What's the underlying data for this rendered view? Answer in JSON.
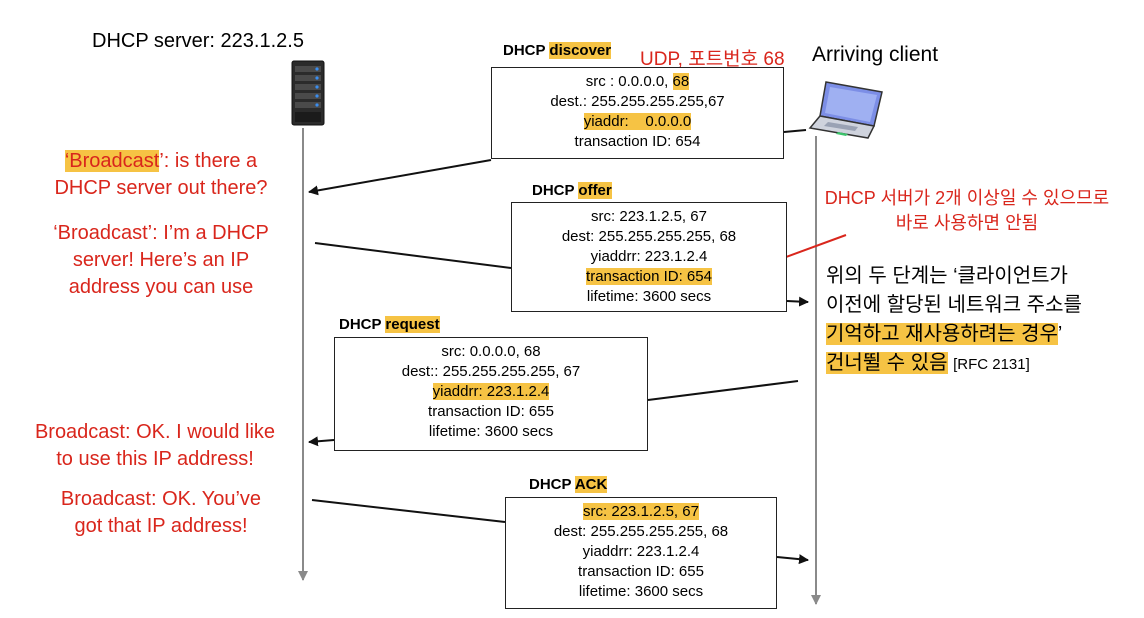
{
  "server": {
    "label_prefix": "DHCP server: ",
    "address": "223.1.2.5"
  },
  "client": {
    "label": "Arriving client"
  },
  "discover": {
    "title_prefix": "DHCP ",
    "title_kw": "discover",
    "udp_note": "UDP, 포트번호 68",
    "line1_prefix": "src : 0.0.0.0, ",
    "line1_port": "68",
    "line2": "dest.: 255.255.255.255,67",
    "line3": "yiaddr:    0.0.0.0",
    "line4": "transaction ID: 654"
  },
  "offer": {
    "title_prefix": "DHCP ",
    "title_kw": "offer",
    "line1": "src: 223.1.2.5, 67",
    "line2": "dest:  255.255.255.255, 68",
    "line3": "yiaddrr: 223.1.2.4",
    "line4": "transaction ID: 654",
    "line5": "lifetime: 3600 secs",
    "warning_line1": "DHCP 서버가 2개 이상일 수 있으므로",
    "warning_line2": "바로 사용하면 안됨"
  },
  "request": {
    "title_prefix": "DHCP ",
    "title_kw": "request",
    "line1": "src:  0.0.0.0, 68",
    "line2": "dest::  255.255.255.255, 67",
    "line3": "yiaddrr: 223.1.2.4",
    "line4": "transaction ID: 655",
    "line5": "lifetime: 3600 secs"
  },
  "ack": {
    "title_prefix": "DHCP ",
    "title_kw": "ACK",
    "line1": "src: 223.1.2.5, 67",
    "line2": "dest:  255.255.255.255, 68",
    "line3": "yiaddrr: 223.1.2.4",
    "line4": "transaction ID: 655",
    "line5": "lifetime: 3600 secs"
  },
  "left_notes": {
    "q_broadcast_hl": "‘Broadcast",
    "q_rest1": "’: is there a",
    "q_line2": "DHCP server out there?",
    "offer_line1": "‘Broadcast’: I’m a DHCP",
    "offer_line2": "server! Here’s an IP",
    "offer_line3": "address you can use",
    "req_line1": "Broadcast: OK. I would like",
    "req_line2": "to use this IP address!",
    "ack_line1": "Broadcast: OK. You’ve",
    "ack_line2": "got that IP address!"
  },
  "skip_note": {
    "line1": "위의 두 단계는 ‘클라이언트가",
    "line2": "이전에 할당된 네트워크 주소를",
    "line3_hl": "기억하고 재사용하려는 경우",
    "line3_tail": "’",
    "line4_hl": "건너뛸 수 있음",
    "rfc": "[RFC 2131]"
  },
  "colors": {
    "highlight": "#f6c344",
    "red": "#d9261c"
  }
}
